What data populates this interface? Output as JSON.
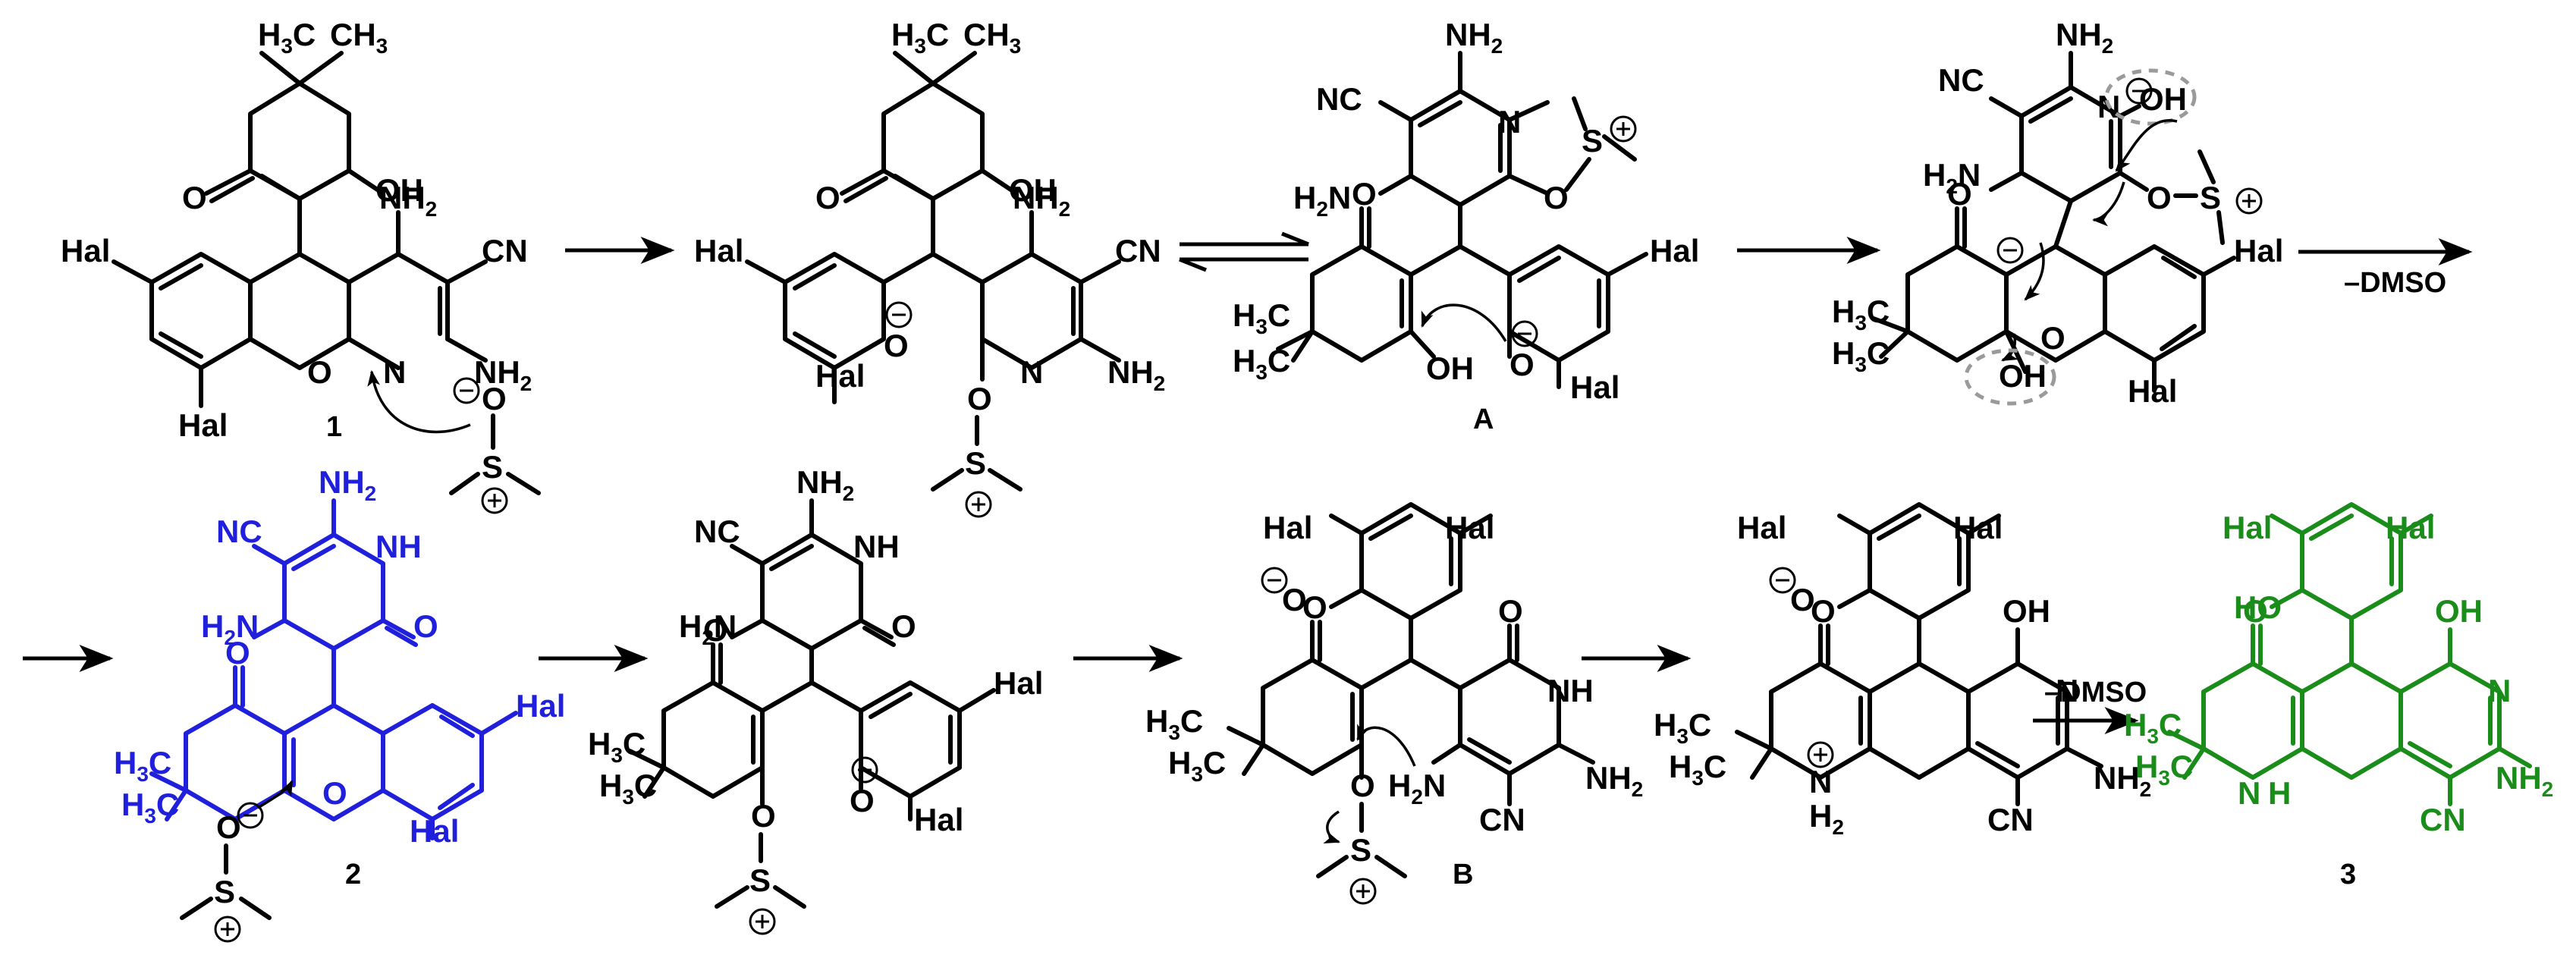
{
  "colors": {
    "default": "#000000",
    "product_2": "#1f1fdc",
    "product_3": "#1a8c1a",
    "dashed_highlight": "#9a9a9a"
  },
  "compound_labels": {
    "c1": "1",
    "cA": "A",
    "c2": "2",
    "cB": "B",
    "c3": "3"
  },
  "step_labels": {
    "minus_dmso_1": "–DMSO",
    "minus_dmso_2": "–DMSO"
  },
  "atom_labels": {
    "hal": "Hal",
    "cn": "CN",
    "nc": "NC",
    "nh2": "NH",
    "h2n": "H",
    "oh": "OH",
    "ho": "HO",
    "o": "O",
    "n": "N",
    "nh": "NH",
    "s": "S",
    "h3c": "H",
    "ch3": "CH",
    "h": "H",
    "subscript_2": "2",
    "subscript_3": "3",
    "plus": "+",
    "minus": "−"
  }
}
